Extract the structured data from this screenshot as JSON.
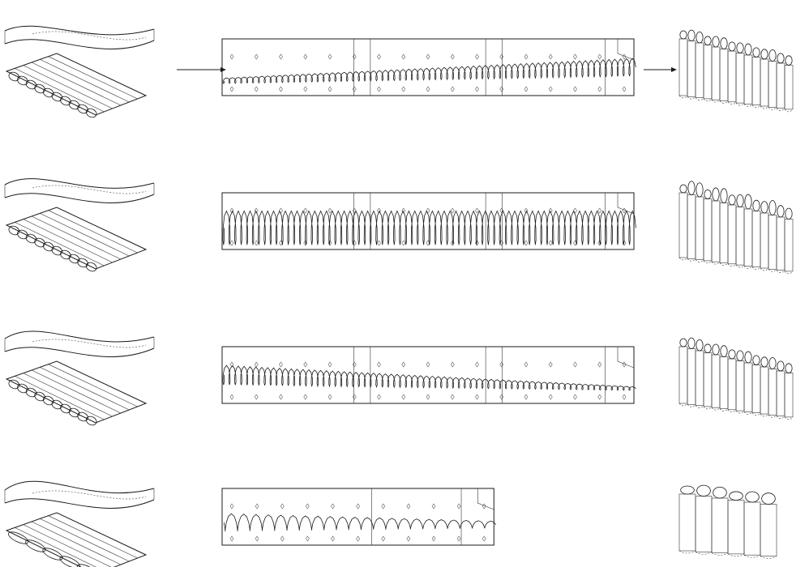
{
  "diagram": {
    "rows": [
      {
        "id": "row-1",
        "strip_span": 1.0,
        "loop_amp_start": 0.15,
        "loop_amp_end": 0.5,
        "loop_count": 70,
        "slope": -0.12
      },
      {
        "id": "row-2",
        "strip_span": 1.0,
        "loop_amp_start": 0.95,
        "loop_amp_end": 0.95,
        "loop_count": 70,
        "slope": 0.0
      },
      {
        "id": "row-3",
        "strip_span": 1.0,
        "loop_amp_start": 0.55,
        "loop_amp_end": 0.1,
        "loop_count": 70,
        "slope": 0.12
      },
      {
        "id": "row-4",
        "strip_span": 0.66,
        "loop_amp_start": 0.5,
        "loop_amp_end": 0.2,
        "loop_count": 22,
        "slope": 0.02
      }
    ],
    "arrows": [
      "arrow-left",
      "arrow-right"
    ],
    "stroke_color": "#1a1a1a"
  }
}
